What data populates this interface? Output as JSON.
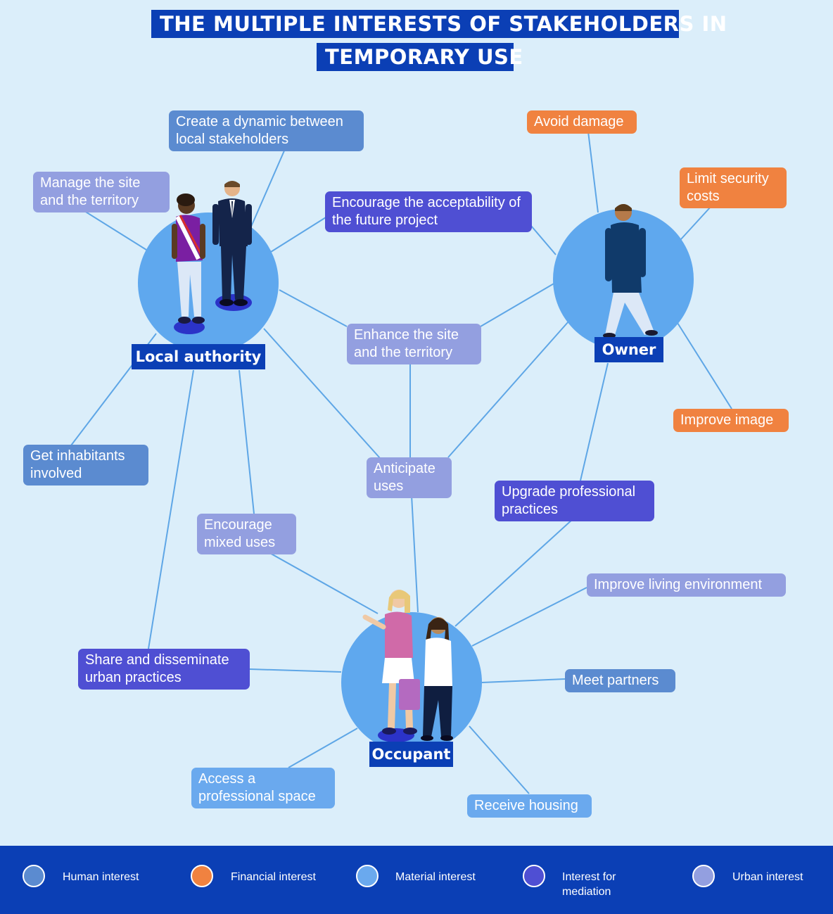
{
  "title": {
    "line1": "THE MULTIPLE INTERESTS OF STAKEHOLDERS IN",
    "line2": "TEMPORARY USE"
  },
  "colors": {
    "background": "#dbeefa",
    "title_bg": "#0b3fb5",
    "circle": "#5fa8ee",
    "human": "#5b8bd0",
    "financial": "#f08240",
    "material": "#6aa9ee",
    "mediation": "#4f4fd3",
    "urban": "#939fe0"
  },
  "stakeholders": {
    "local_authority": "Local authority",
    "owner": "Owner",
    "occupant": "Occupant"
  },
  "interests": {
    "create_dynamic": "Create a dynamic between local stakeholders",
    "manage_site": "Manage the site and the territory",
    "encourage_acceptability": "Encourage the acceptability of the future project",
    "avoid_damage": "Avoid damage",
    "limit_security": "Limit security costs",
    "enhance_site": "Enhance the site and the territory",
    "improve_image": "Improve image",
    "get_inhabitants": "Get inhabitants involved",
    "anticipate_uses": "Anticipate uses",
    "upgrade_practices": "Upgrade professional practices",
    "encourage_mixed": "Encourage mixed uses",
    "improve_living": "Improve living environment",
    "share_disseminate": "Share and disseminate urban practices",
    "meet_partners": "Meet partners",
    "access_space": "Access a professional space",
    "receive_housing": "Receive housing"
  },
  "legend": [
    {
      "label": "Human interest",
      "color": "#5b8bd0"
    },
    {
      "label": "Financial interest",
      "color": "#f08240"
    },
    {
      "label": "Material interest",
      "color": "#6aa9ee"
    },
    {
      "label": "Interest for mediation",
      "color": "#4f4fd3"
    },
    {
      "label": "Urban interest",
      "color": "#939fe0"
    }
  ]
}
